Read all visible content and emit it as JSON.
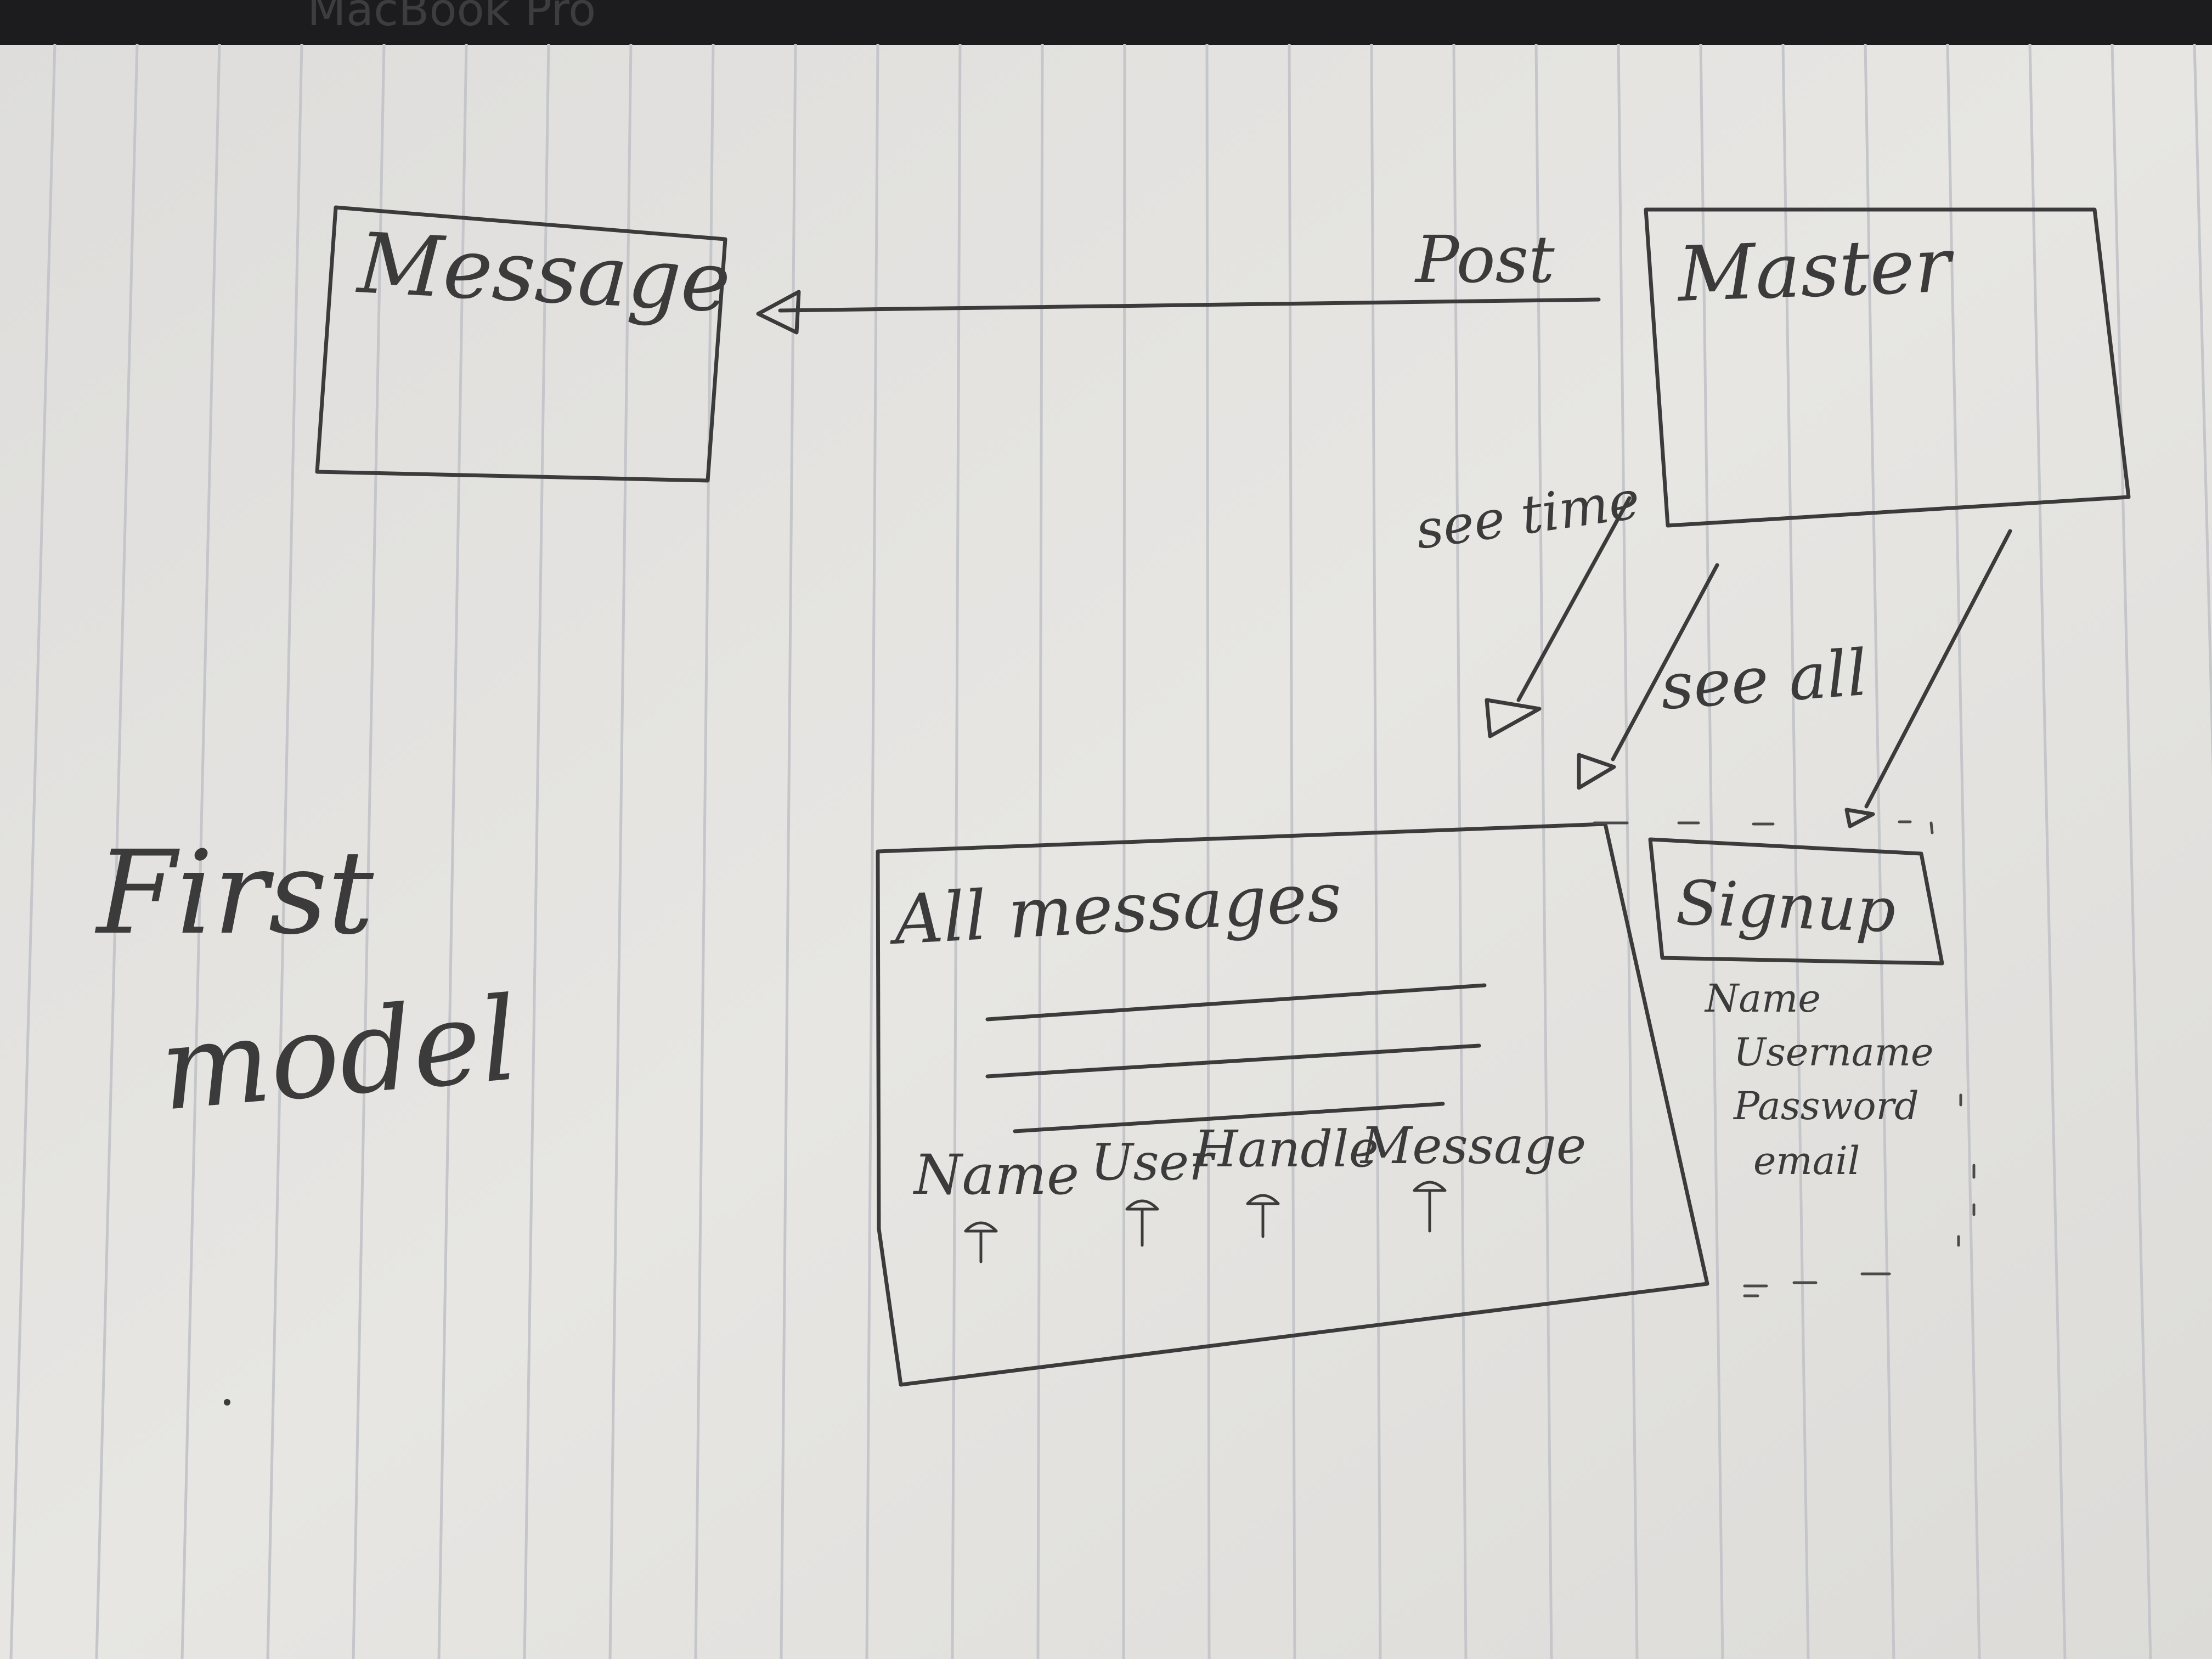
{
  "device_label": "MacBook Pro",
  "diagram": {
    "title_line1": "First",
    "title_line2": "model",
    "nodes": {
      "message": {
        "label": "Message"
      },
      "master": {
        "label": "Master"
      },
      "all_messages": {
        "label": "All messages",
        "columns": [
          "Name",
          "User",
          "Handle",
          "Message"
        ]
      },
      "signup": {
        "label": "Signup",
        "fields": [
          "Name",
          "Username",
          "Password",
          "email"
        ]
      }
    },
    "edges": {
      "post": "Post",
      "see_time": "see time",
      "see_all": "see all"
    }
  },
  "colors": {
    "paper": "#e6e5e2",
    "rule_line": "#c4c6ca",
    "ink": "#3b3b3b",
    "laptop_bezel": "#1c1c1e"
  }
}
